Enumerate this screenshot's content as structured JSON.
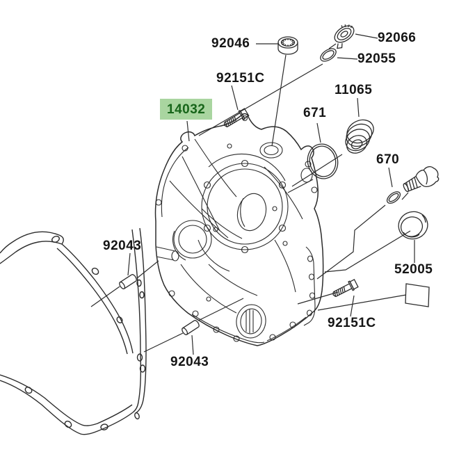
{
  "diagram": {
    "type": "exploded-parts-diagram",
    "subject": "engine-clutch-cover",
    "background_color": "#ffffff",
    "line_color": "#2b2b2b",
    "highlight": {
      "bg": "#a9d5a0",
      "text_color": "#17651a"
    },
    "labels": [
      {
        "text": "92046",
        "part": "needle-bearing",
        "highlighted": false
      },
      {
        "text": "92151C",
        "part": "flange-bolt-upper",
        "highlighted": false
      },
      {
        "text": "14032",
        "part": "clutch-cover",
        "highlighted": true
      },
      {
        "text": "92066",
        "part": "plug-cap",
        "highlighted": false
      },
      {
        "text": "92055",
        "part": "o-ring-small",
        "highlighted": false
      },
      {
        "text": "11065",
        "part": "cap",
        "highlighted": false
      },
      {
        "text": "671",
        "part": "o-ring-large",
        "highlighted": false
      },
      {
        "text": "670",
        "part": "o-ring-washer",
        "highlighted": false
      },
      {
        "text": "52005",
        "part": "oil-level-gauge-ring",
        "highlighted": false
      },
      {
        "text": "92151C",
        "part": "flange-bolt-lower",
        "highlighted": false
      },
      {
        "text": "92043",
        "part": "dowel-pin-upper",
        "highlighted": false
      },
      {
        "text": "92043",
        "part": "dowel-pin-lower",
        "highlighted": false
      }
    ]
  }
}
